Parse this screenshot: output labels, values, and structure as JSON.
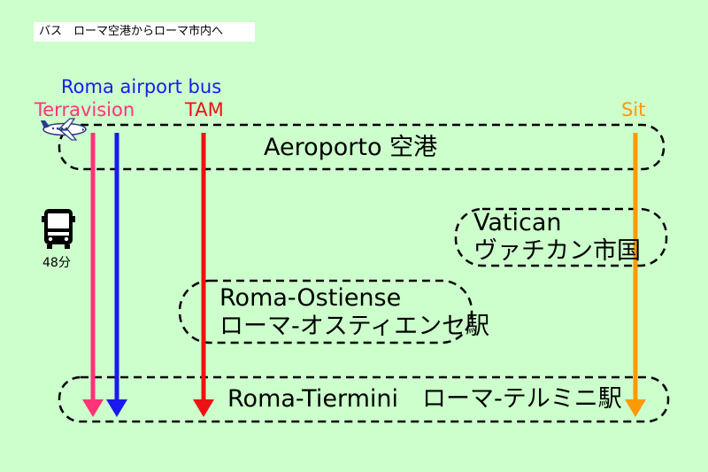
{
  "title": "バス　ローマ空港からローマ市内へ",
  "routes": {
    "roma_airport_bus": "Roma airport bus",
    "terravision": "Terravision",
    "tam": "TAM",
    "sit": "Sit"
  },
  "stops": {
    "aeroporto": "Aeroporto 空港",
    "vatican_en": "Vatican",
    "vatican_ja": "ヴァチカン市国",
    "ostiense_en": "Roma-Ostiense",
    "ostiense_ja": "ローマ-オスティエンセ駅",
    "termini": "Roma-Tiermini　ローマ-テルミニ駅"
  },
  "duration": "48分",
  "icons": {
    "airplane": "airplane-icon",
    "bus": "bus-icon"
  },
  "colors": {
    "background": "#ccffcc",
    "terravision": "#ff3377",
    "roma_airport_bus": "#1a1aee",
    "tam": "#ee1111",
    "sit": "#ff9900"
  }
}
